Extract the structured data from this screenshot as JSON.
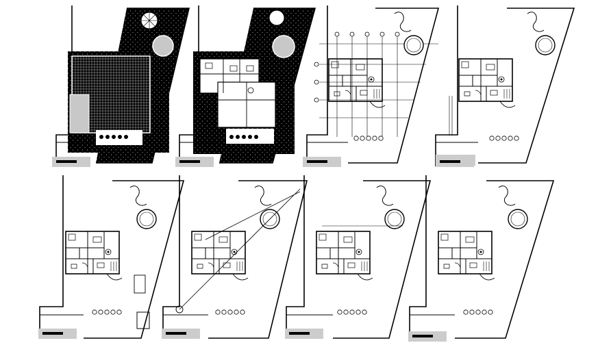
{
  "drawing": {
    "sheet_count": 8,
    "rows": 2,
    "columns": 4,
    "colors": {
      "line": "#000000",
      "paper": "#ffffff",
      "hatch_fill": "#000000",
      "tone_fill": "#c8c8c8",
      "light_fill": "#d4d4d4"
    },
    "icons": [
      "circular-pond",
      "spiral-staircase",
      "shrubs",
      "scale-bar"
    ]
  }
}
